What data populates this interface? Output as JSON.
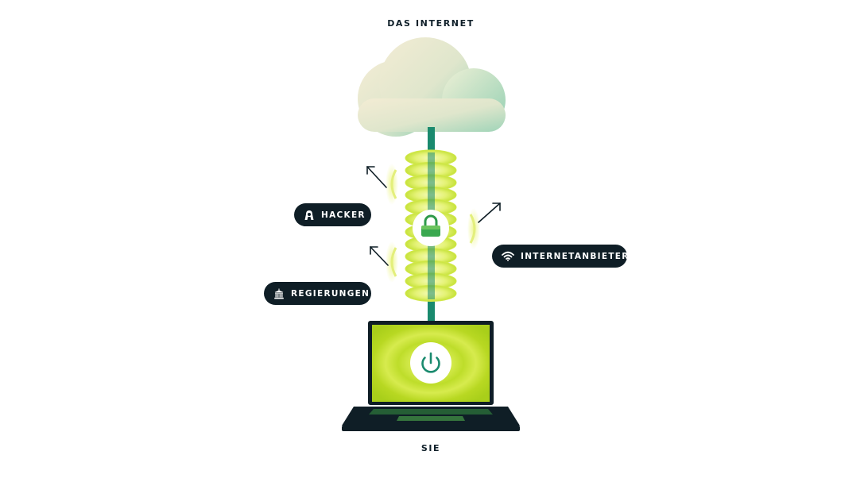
{
  "labels": {
    "top": "DAS INTERNET",
    "bottom": "SIE"
  },
  "threats": {
    "hacker": {
      "label": "HACKER",
      "icon": "hacker-icon"
    },
    "governments": {
      "label": "REGIERUNGEN",
      "icon": "government-building-icon"
    },
    "isp": {
      "label": "INTERNETANBIETER",
      "icon": "wifi-icon"
    }
  },
  "icons": {
    "cloud": "cloud-icon",
    "lock": "padlock-icon",
    "power": "power-icon",
    "laptop": "laptop-icon"
  },
  "colors": {
    "dark": "#0f1e26",
    "teal": "#1a8a6e",
    "lime": "#c9e52a",
    "lime_light": "#eef79a",
    "cloud_cream": "#f0ead2",
    "cloud_mint": "#a9d9bf"
  }
}
